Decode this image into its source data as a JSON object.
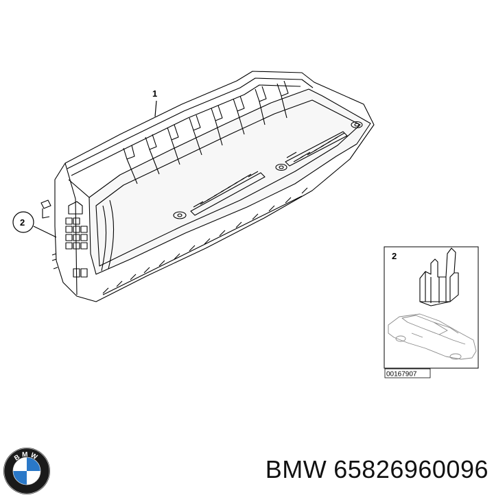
{
  "callouts": {
    "part_1": "1",
    "part_2": "2",
    "detail_part": "2"
  },
  "reference_number": "00167907",
  "footer": {
    "brand": "BMW",
    "part_number": "65826960096"
  },
  "logo": {
    "letters": "BMW",
    "colors": {
      "ring": "#1a1a1a",
      "blue": "#2a78c8",
      "white": "#ffffff"
    }
  }
}
